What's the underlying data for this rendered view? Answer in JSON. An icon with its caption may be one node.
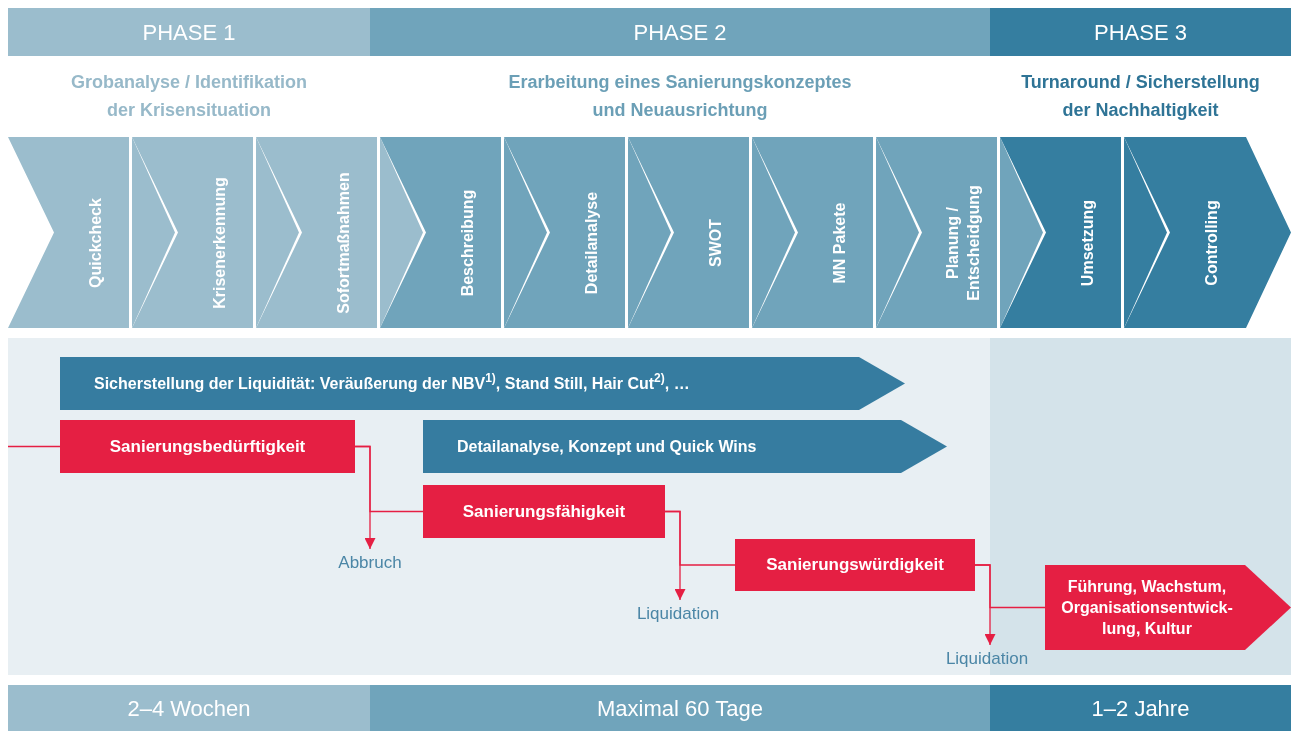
{
  "diagram": {
    "nodes": [
      {
        "text": [
          "PHASE 1"
        ],
        "beside": [
          "Grobanalyse / Identifikation der Krisensituation"
        ]
      },
      {
        "text": [
          "PHASE 2"
        ],
        "beside": [
          "Erarbeitung eines Sanierungskonzeptes und Neuausrichtung"
        ]
      },
      {
        "text": [
          "PHASE 3"
        ],
        "beside": [
          "Turnaround / Sicherstellung der Nachhaltigkeit"
        ]
      },
      {
        "text": [
          "Quickcheck"
        ]
      },
      {
        "text": [
          "Krisenerkennung"
        ]
      },
      {
        "text": [
          "Sofortmaßnahmen"
        ]
      },
      {
        "text": [
          "Beschreibung"
        ]
      },
      {
        "text": [
          "Detailanalyse"
        ]
      },
      {
        "text": [
          "SWOT"
        ]
      },
      {
        "text": [
          "MN Pakete"
        ]
      },
      {
        "text": [
          "Planung / Entscheidgung"
        ]
      },
      {
        "text": [
          "Umsetzung"
        ]
      },
      {
        "text": [
          "Controlling"
        ]
      },
      {
        "text": [
          "Sicherstellung der Liquidität: Veräußerung der NBV$^{1)}$, Stand Still, Hair Cut$^{2)}$, …"
        ]
      },
      {
        "text": [
          "Sanierungsbedürftigkeit"
        ]
      },
      {
        "text": [
          "Detailanalyse, Konzept und Quick Wins"
        ]
      },
      {
        "text": [
          "Sanierungsfähigkeit"
        ]
      },
      {
        "text": [
          "Abbruch"
        ]
      },
      {
        "text": [
          "Sanierungswürdigkeit"
        ]
      },
      {
        "text": [
          "Liquidation"
        ]
      },
      {
        "text": [
          "Führung, Wachstum, Organisationsentwick-lung, Kultur"
        ]
      },
      {
        "text": [
          "Liquidation"
        ]
      },
      {
        "text": [
          "2–4 Wochen"
        ]
      },
      {
        "text": [
          "Maximal 60 Tage"
        ]
      },
      {
        "text": [
          "1–2 Jahre"
        ]
      }
    ],
    "edges": [
      {
        "from": null,
        "to": 14,
        "arrow": "none"
      },
      {
        "from": 14,
        "to": 17,
        "arrow": "to"
      },
      {
        "from": 14,
        "to": 16,
        "arrow": "none"
      },
      {
        "from": 16,
        "to": 19,
        "arrow": "to"
      },
      {
        "from": 16,
        "to": 18,
        "arrow": "none"
      },
      {
        "from": 18,
        "to": 21,
        "arrow": "to"
      },
      {
        "from": 18,
        "to": 20,
        "arrow": "none"
      }
    ]
  }
}
